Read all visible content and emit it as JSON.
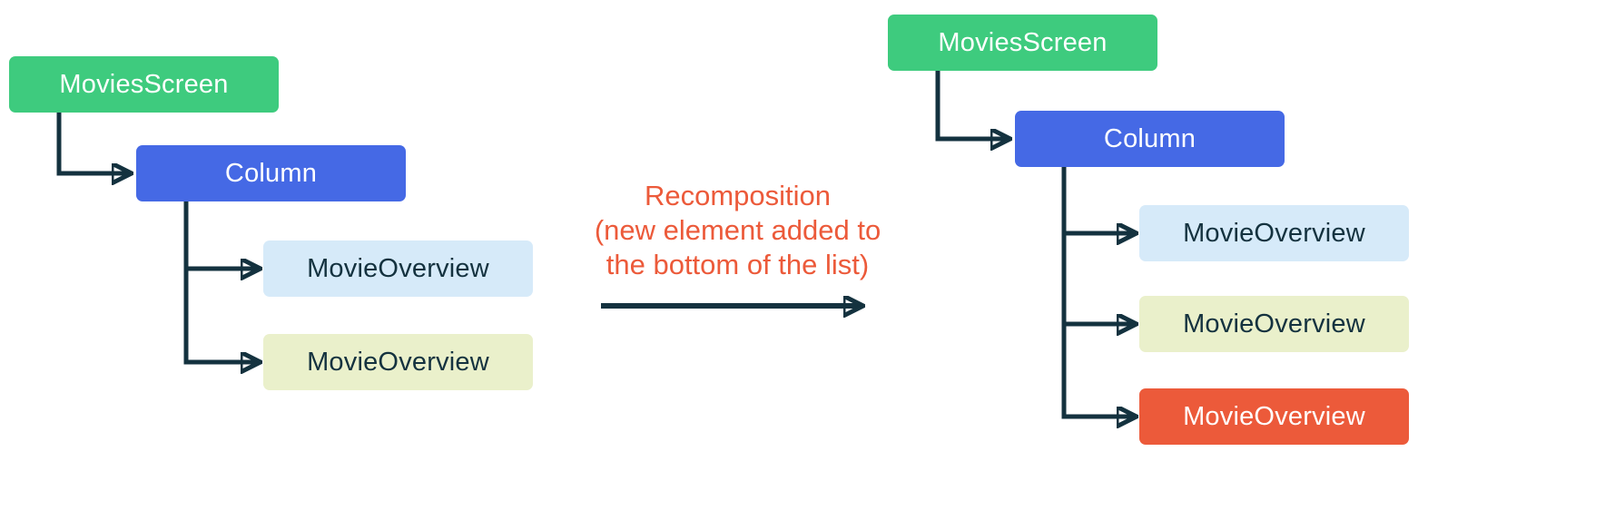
{
  "diagram": {
    "before": {
      "root_label": "MoviesScreen",
      "column_label": "Column",
      "children": [
        "MovieOverview",
        "MovieOverview"
      ]
    },
    "arrow_label": {
      "line1": "Recomposition",
      "line2": "(new element added to",
      "line3": "the bottom of the list)"
    },
    "after": {
      "root_label": "MoviesScreen",
      "column_label": "Column",
      "children": [
        "MovieOverview",
        "MovieOverview",
        "MovieOverview"
      ]
    },
    "colors": {
      "green": "#3ECB7E",
      "blue": "#4569E5",
      "light-blue": "#D6EAF9",
      "light-yellow": "#EAF0CB",
      "orange": "#EC5A3A",
      "dark": "#14323F",
      "annotation": "#EC5A3A"
    }
  }
}
